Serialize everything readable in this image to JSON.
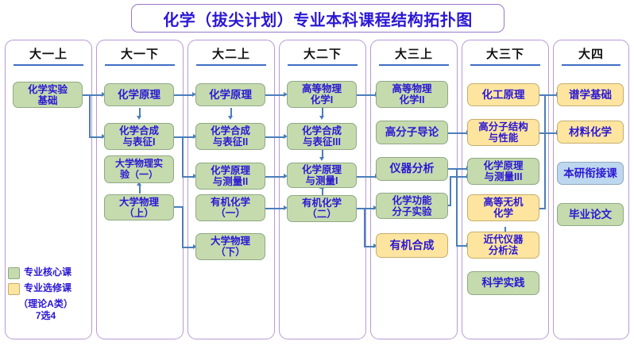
{
  "title": "化学（拔尖计划）专业本科课程结构拓扑图",
  "columns": [
    {
      "header": "大一上",
      "courses": [
        {
          "label": "化学实验\n基础",
          "type": "core"
        }
      ]
    },
    {
      "header": "大一下",
      "courses": [
        {
          "label": "化学原理",
          "type": "core"
        },
        {
          "label": "化学合成\n与表征I",
          "type": "core"
        },
        {
          "label": "大学物理实\n验（一）",
          "type": "core"
        },
        {
          "label": "大学物理\n（上）",
          "type": "core"
        }
      ]
    },
    {
      "header": "大二上",
      "courses": [
        {
          "label": "化学原理",
          "type": "core"
        },
        {
          "label": "化学合成\n与表征II",
          "type": "core"
        },
        {
          "label": "化学原理\n与测量II",
          "type": "core"
        },
        {
          "label": "有机化学\n（一）",
          "type": "core"
        },
        {
          "label": "大学物理\n（下）",
          "type": "core"
        }
      ]
    },
    {
      "header": "大二下",
      "courses": [
        {
          "label": "高等物理\n化学I",
          "type": "core"
        },
        {
          "label": "化学合成\n与表征III",
          "type": "core"
        },
        {
          "label": "化学原理\n与测量I",
          "type": "core"
        },
        {
          "label": "有机化学\n（二）",
          "type": "core"
        }
      ]
    },
    {
      "header": "大三上",
      "courses": [
        {
          "label": "高等物理\n化学II",
          "type": "core"
        },
        {
          "label": "高分子导论",
          "type": "core"
        },
        {
          "label": "仪器分析",
          "type": "core"
        },
        {
          "label": "化学功能\n分子实验",
          "type": "core"
        },
        {
          "label": "有机合成",
          "type": "elective"
        }
      ]
    },
    {
      "header": "大三下",
      "courses": [
        {
          "label": "化工原理",
          "type": "elective"
        },
        {
          "label": "高分子结构\n与性能",
          "type": "elective"
        },
        {
          "label": "化学原理\n与测量III",
          "type": "core"
        },
        {
          "label": "高等无机\n化学",
          "type": "elective"
        },
        {
          "label": "近代仪器\n分析法",
          "type": "elective"
        },
        {
          "label": "科学实践",
          "type": "core"
        }
      ]
    },
    {
      "header": "大四",
      "courses": [
        {
          "label": "谱学基础",
          "type": "elective"
        },
        {
          "label": "材料化学",
          "type": "elective"
        },
        {
          "label": "本研衔接课",
          "type": "bridge"
        },
        {
          "label": "毕业论文",
          "type": "core"
        }
      ]
    }
  ],
  "legend": {
    "core_label": "专业核心课",
    "elective_label": "专业选修课",
    "elective_sub": "（理论A类）\n7选4"
  },
  "colors": {
    "core": "#c5dbae",
    "elective": "#fde5a0",
    "bridge": "#bdd7ee",
    "connector": "#4a7ebb",
    "column_border": "#b79ad6",
    "text": "#2b17d4",
    "rule": "#3f6fc4"
  }
}
